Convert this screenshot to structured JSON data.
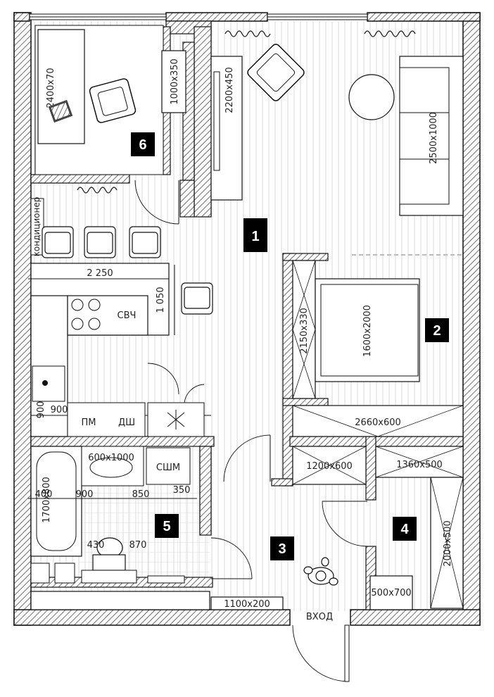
{
  "rooms": [
    {
      "number": "1"
    },
    {
      "number": "2"
    },
    {
      "number": "3"
    },
    {
      "number": "4"
    },
    {
      "number": "5"
    },
    {
      "number": "6"
    }
  ],
  "labels": {
    "desk": "2400x70",
    "wardrobe_office": "1000x350",
    "tv_unit": "2200x450",
    "sofa": "2500x1000",
    "ac": "кондиционер",
    "kitchen_length": "2 250",
    "island_depth": "1 050",
    "microwave": "СВЧ",
    "sink_900": "900",
    "sink_900b": "900",
    "dishwasher_pm": "ПМ",
    "dishwasher_dsh": "ДШ",
    "washbasin": "600x1000",
    "washer": "СШМ",
    "bath_400": "400",
    "bath_900": "900",
    "bath_850": "850",
    "bath_350": "350",
    "bathtub": "1700x800",
    "bath_430": "430",
    "bath_870": "870",
    "wardrobe_bed": "2150x330",
    "bed": "1600x2000",
    "wardrobe_long": "2660x600",
    "hall_wardrobe": "1200x600",
    "closet_top": "1360x500",
    "closet_side": "2000x500",
    "closet_small": "500x700",
    "bench": "1100x200",
    "entrance": "ВХОД"
  }
}
